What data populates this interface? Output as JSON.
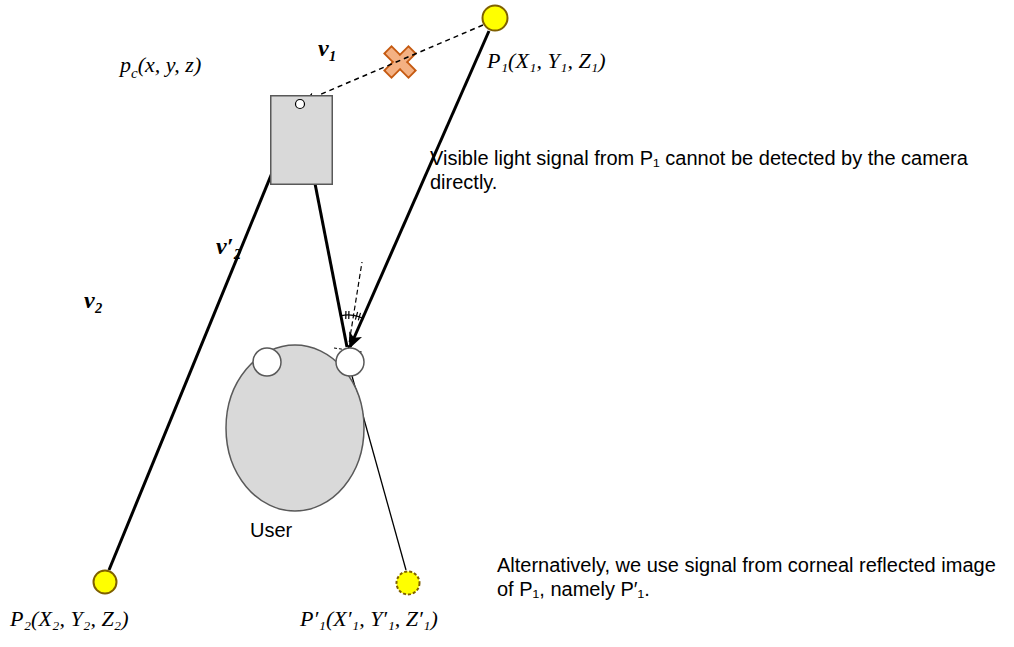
{
  "diagram": {
    "nodes": [
      {
        "text": [
          "P₁(X₁, Y₁, Z₁)"
        ]
      },
      {
        "text": [
          "p",
          "c",
          "(x, y, z)"
        ]
      },
      {
        "text": [
          "User"
        ]
      },
      {
        "text": [
          "P₂(X₂, Y₂, Z₂)"
        ]
      },
      {
        "text": [
          "P′₁(X′₁, Y′₁, Z′₁)"
        ]
      }
    ],
    "edges": [
      {
        "from": 0,
        "to": 1,
        "arrow": "to",
        "label": "v₁"
      },
      {
        "from": 3,
        "to": 1,
        "arrow": "to",
        "label": "v₂"
      },
      {
        "from": 0,
        "to": 2,
        "arrow": "to"
      },
      {
        "from": 2,
        "to": 1,
        "arrow": "to",
        "label": "v′₂"
      },
      {
        "from": 4,
        "to": 2,
        "arrow": "none"
      }
    ],
    "labels": [
      "Visible light signal from P₁ cannot be detected by the camera directly.",
      "Alternatively, we use signal from corneal reflected image of P₁, namely P′₁."
    ]
  }
}
